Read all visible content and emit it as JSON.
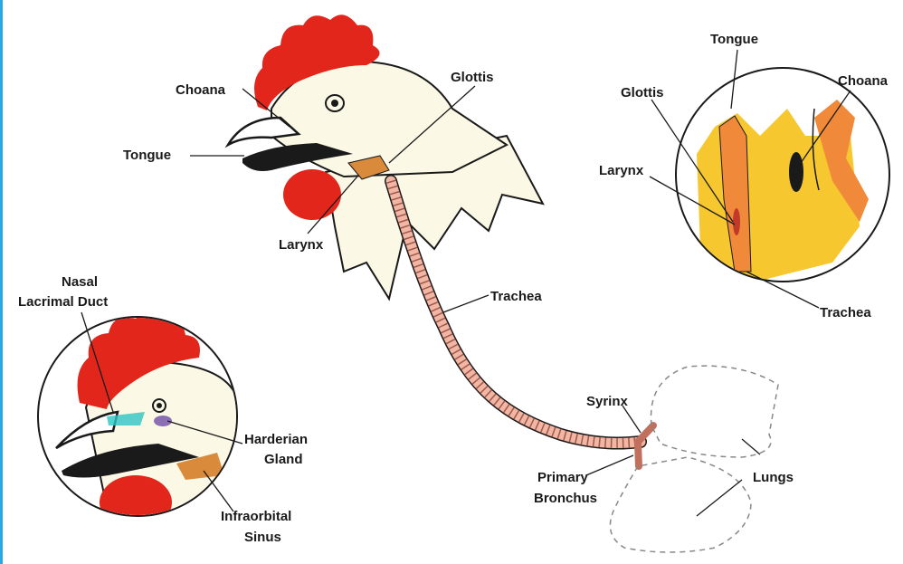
{
  "labels": {
    "main_choana": "Choana",
    "main_glottis": "Glottis",
    "main_tongue": "Tongue",
    "main_larynx": "Larynx",
    "trachea": "Trachea",
    "syrinx": "Syrinx",
    "primary_bronchus_1": "Primary",
    "primary_bronchus_2": "Bronchus",
    "lungs": "Lungs",
    "inset_tongue": "Tongue",
    "inset_glottis": "Glottis",
    "inset_choana": "Choana",
    "inset_larynx": "Larynx",
    "inset_trachea": "Trachea",
    "nasal_1": "Nasal",
    "nasal_2": "Lacrimal Duct",
    "harderian_1": "Harderian",
    "harderian_2": "Gland",
    "infraorbital_1": "Infraorbital",
    "infraorbital_2": "Sinus"
  },
  "colors": {
    "comb": "#e2261b",
    "head": "#fbf8e6",
    "beak_dark": "#1a1a1a",
    "larynx": "#d98a3a",
    "trachea": "#f2b6a4",
    "trachea_ring": "#a0584a",
    "inset_yellow": "#f6c72f",
    "inset_orange": "#f08a3a",
    "accent_blue": "#2aa9e0"
  }
}
